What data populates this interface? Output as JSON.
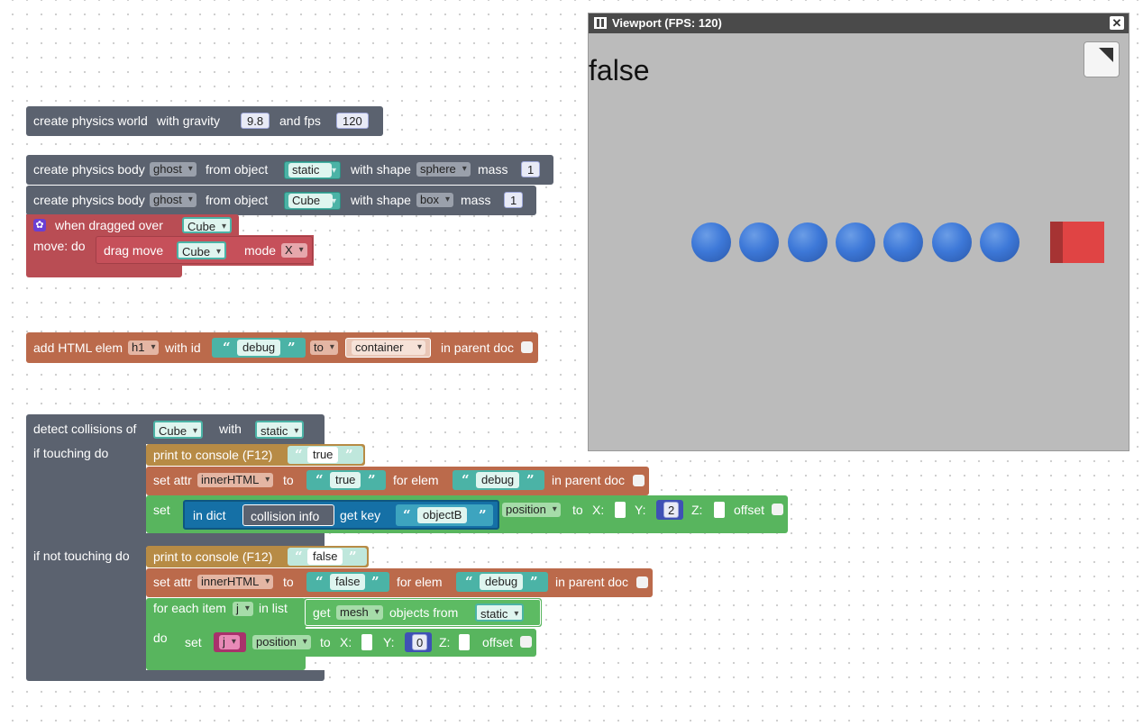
{
  "world": {
    "create": "create physics world",
    "gravity_label": "with gravity",
    "gravity": "9.8",
    "fps_label": "and fps",
    "fps": "120"
  },
  "body1": {
    "create": "create physics body",
    "name": "ghost",
    "from": "from object",
    "object": "static",
    "shape_label": "with shape",
    "shape": "sphere",
    "mass_label": "mass",
    "mass": "1"
  },
  "body2": {
    "create": "create physics body",
    "name": "ghost",
    "from": "from object",
    "object": "Cube",
    "shape_label": "with shape",
    "shape": "box",
    "mass_label": "mass",
    "mass": "1"
  },
  "drag": {
    "when": "when dragged over",
    "object": "Cube",
    "move_do": "move: do",
    "drag_move": "drag move",
    "drag_object": "Cube",
    "mode_label": "mode",
    "mode": "X"
  },
  "html_elem": {
    "add": "add HTML elem",
    "tag": "h1",
    "with_id": "with id",
    "id": "debug",
    "to": "to",
    "parent": "container",
    "in_parent": "in parent doc"
  },
  "collisions": {
    "detect": "detect collisions of",
    "obj_a": "Cube",
    "with": "with",
    "obj_b": "static",
    "if_touching": "if touching do",
    "if_not_touching": "if not touching do",
    "print": "print to console (F12)",
    "true_val": "true",
    "false_val": "false",
    "set_attr": "set attr",
    "attr": "innerHTML",
    "to": "to",
    "for_elem": "for elem",
    "elem": "debug",
    "in_parent": "in parent doc",
    "set": "set",
    "in_dict": "in dict",
    "collision_info": "collision info",
    "get_key": "get key",
    "key": "objectB",
    "prop": "position",
    "to2": "to",
    "x": "X:",
    "y": "Y:",
    "y_val": "2",
    "z": "Z:",
    "offset": "offset",
    "for_each": "for each item",
    "item": "j",
    "in_list": "in list",
    "get": "get",
    "mesh": "mesh",
    "objects_from": "objects from",
    "objects_obj": "static",
    "do": "do",
    "set2": "set",
    "var": "j",
    "prop2": "position",
    "to3": "to",
    "y_val2": "0"
  },
  "viewport": {
    "title": "Viewport (FPS: 120)",
    "close": "✕",
    "text": "false",
    "ball_count": 7
  }
}
